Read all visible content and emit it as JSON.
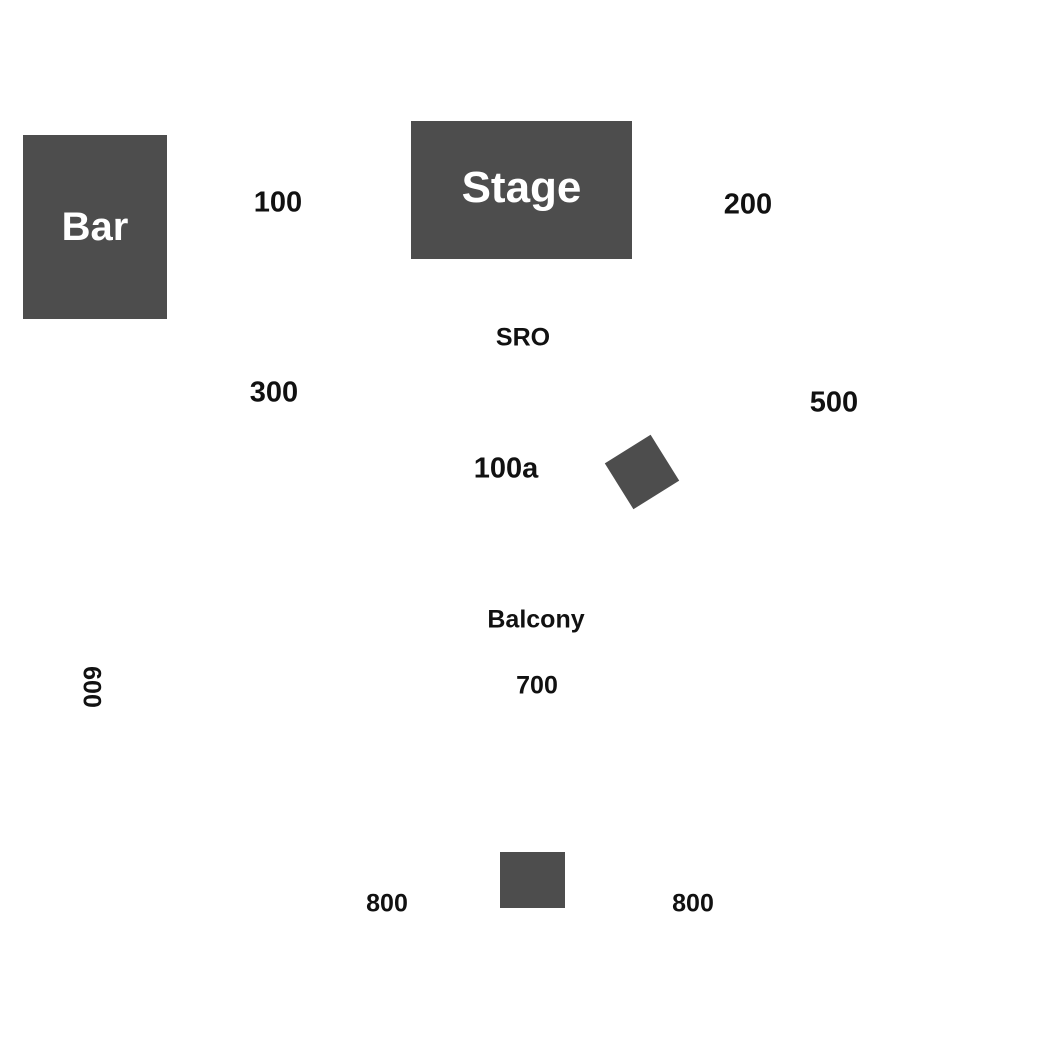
{
  "blocks": {
    "bar": "Bar",
    "stage": "Stage"
  },
  "sections": {
    "s100": "100",
    "s200": "200",
    "sro": "SRO",
    "s300": "300",
    "s500": "500",
    "s100a": "100a",
    "balcony": "Balcony",
    "s700": "700",
    "s600": "600",
    "s800_left": "800",
    "s800_right": "800"
  },
  "colors": {
    "block_fill": "#4d4d4d",
    "block_text": "#ffffff",
    "label_text": "#111111",
    "background": "#ffffff"
  }
}
